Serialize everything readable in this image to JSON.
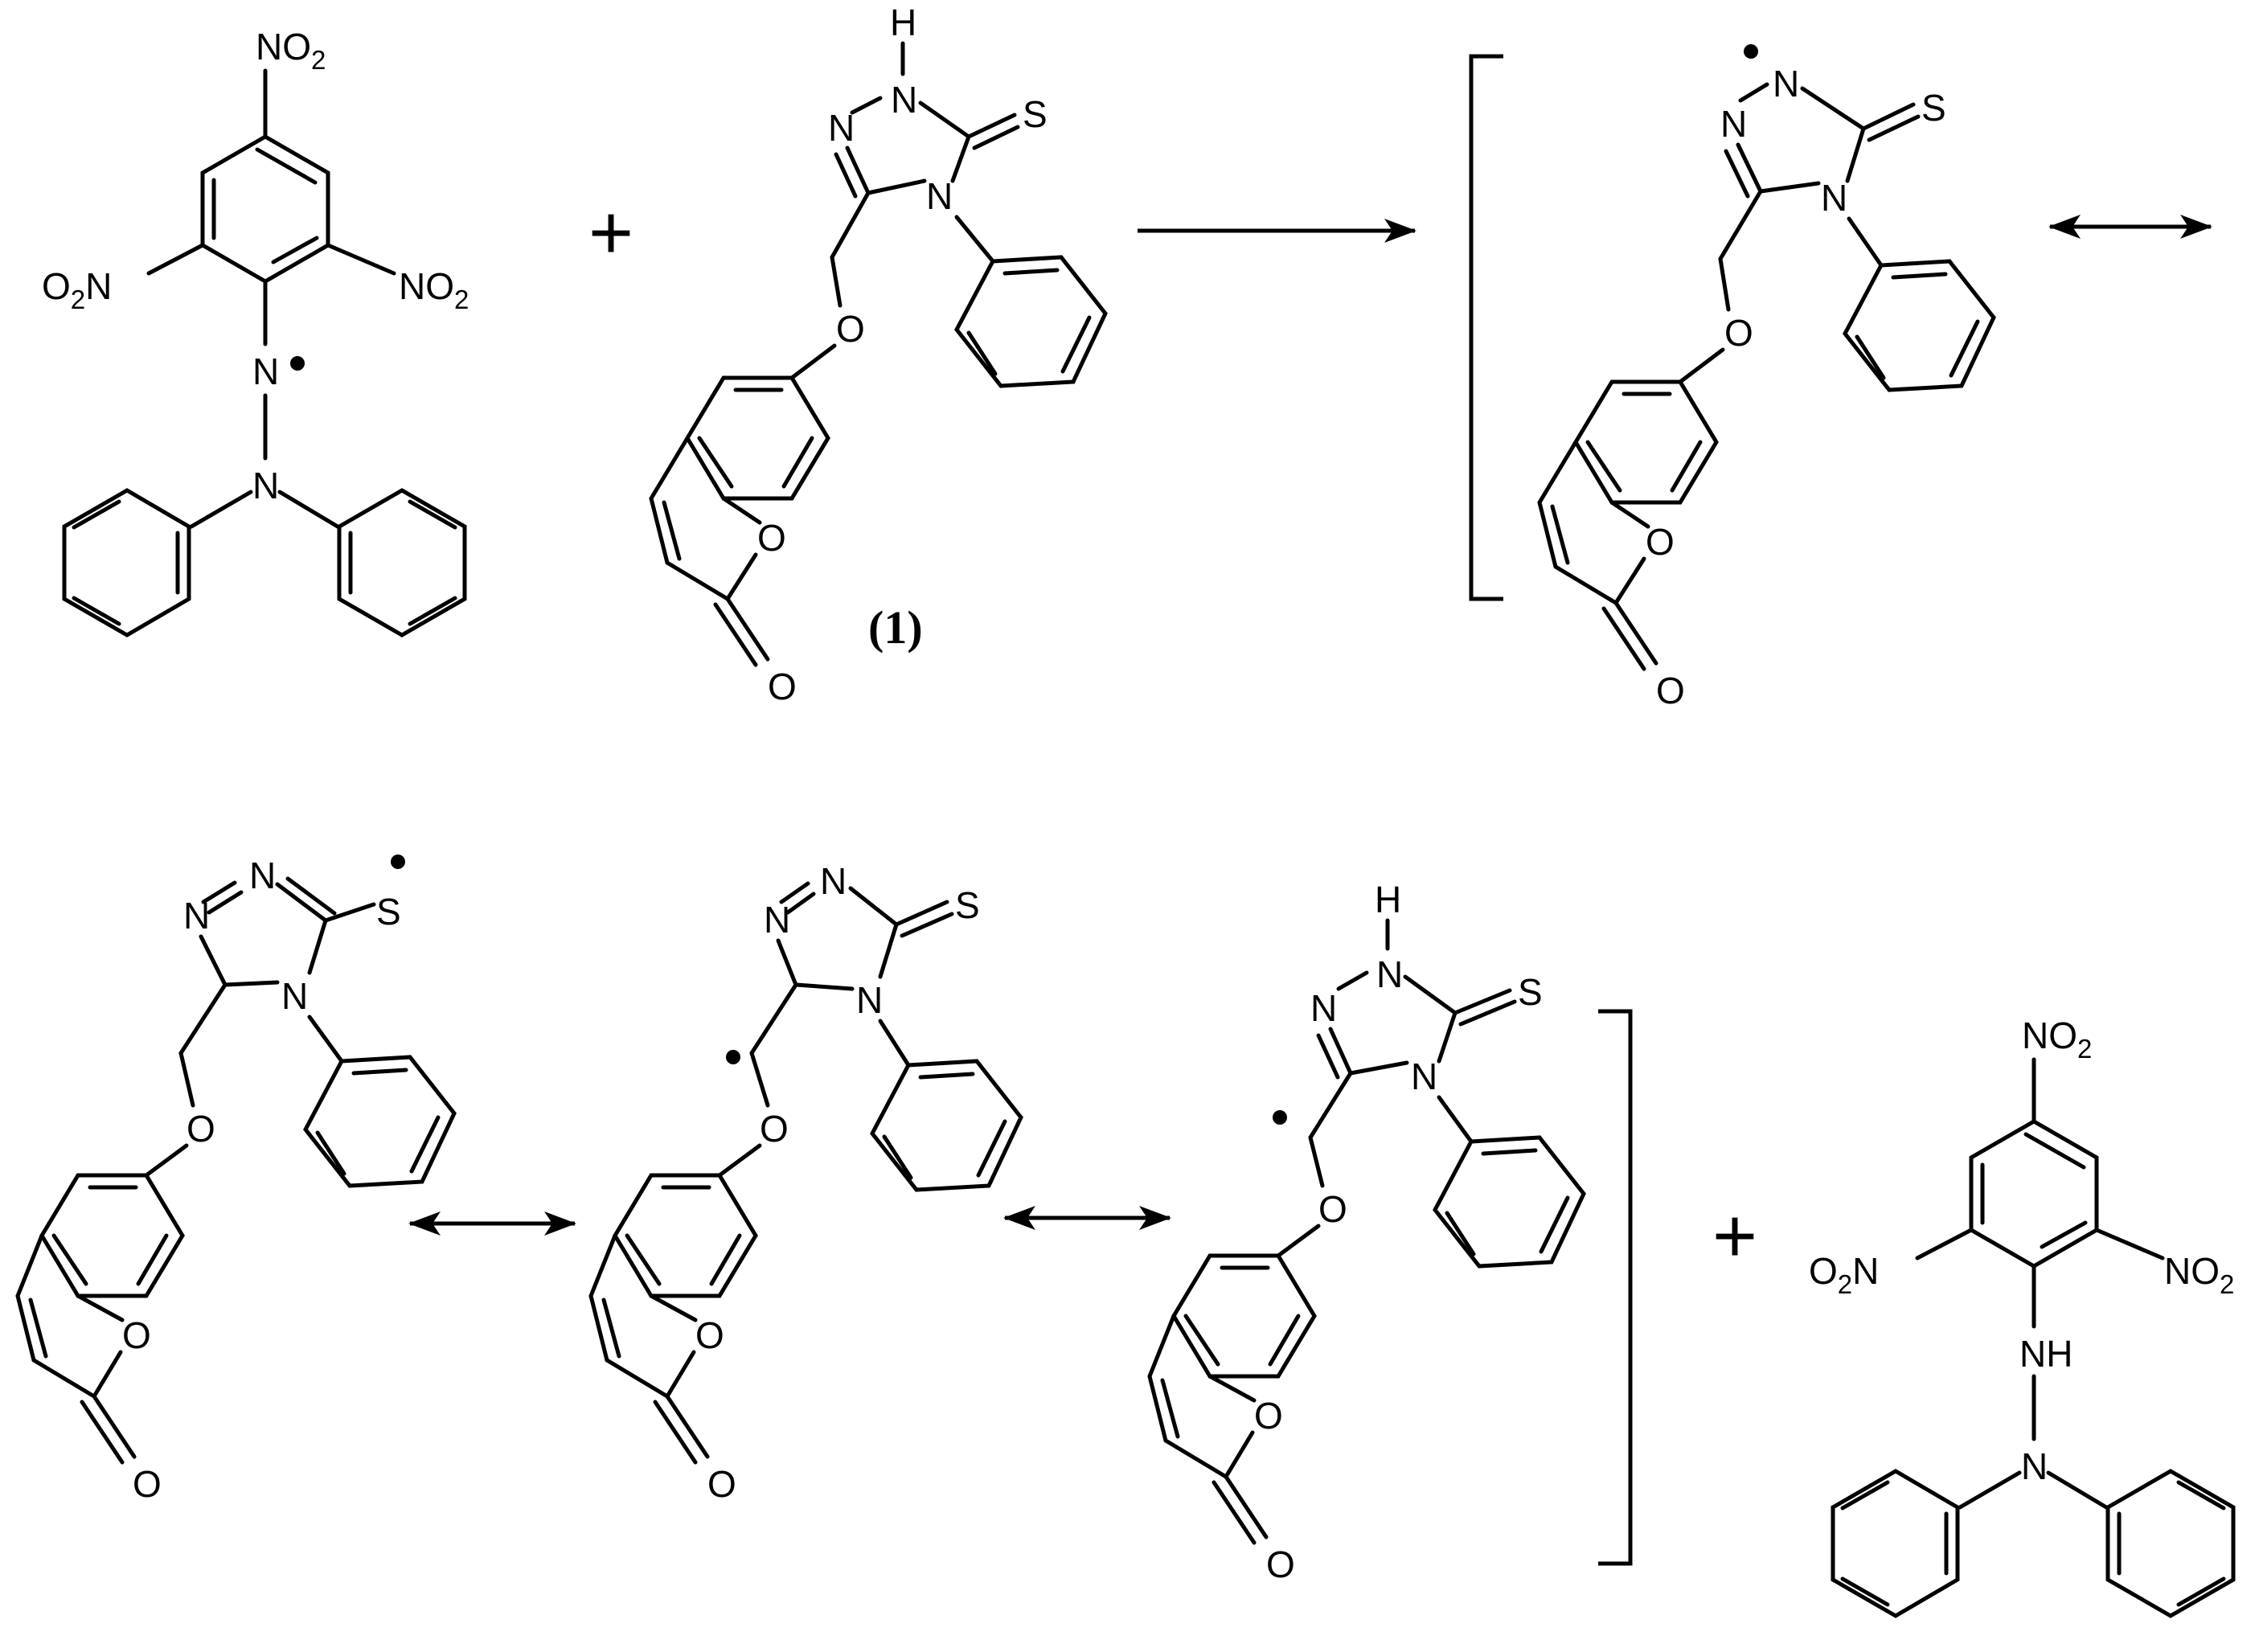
{
  "atoms": {
    "nitro": "NO",
    "nitro_sub": "2",
    "nitro_left": "O",
    "nitro_left_sub": "2",
    "nitro_left_N": "N",
    "nitrogen": "N",
    "oxygen": "O",
    "sulfur": "S",
    "hydrogen": "H",
    "nh": "NH"
  },
  "compound_label": "(1)",
  "plus": "+",
  "colors": {
    "ink": "#000000",
    "background": "#ffffff"
  }
}
